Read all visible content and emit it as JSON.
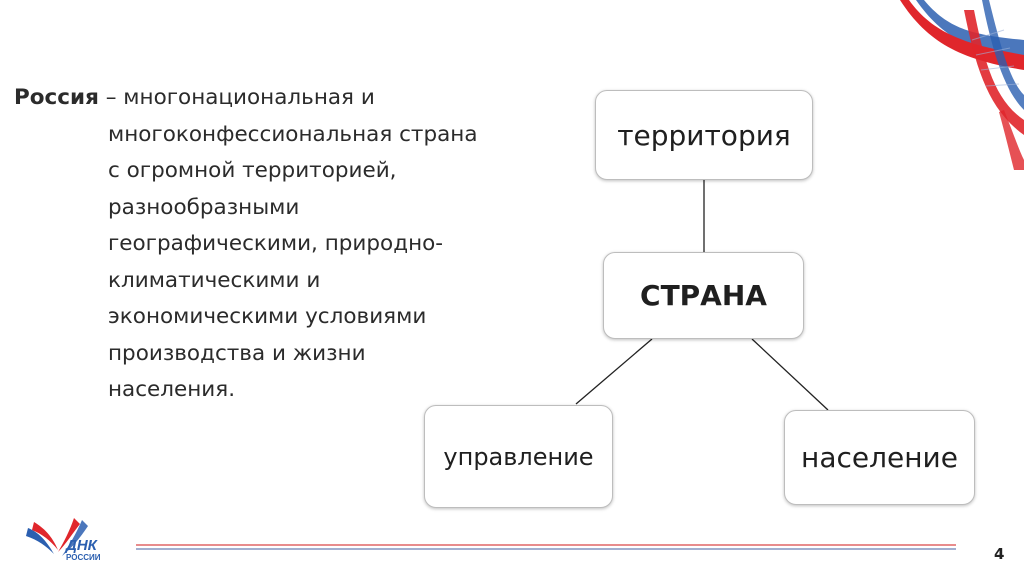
{
  "intro": {
    "term": "Россия",
    "lines": [
      " – многонациональная и",
      "многоконфессиональная страна",
      "с огромной территорией,",
      "разнообразными",
      "географическими, природно-",
      "климатическими и",
      "экономическими условиями",
      "производства и жизни",
      "населения."
    ]
  },
  "diagram": {
    "center": "СТРАНА",
    "top": "территория",
    "bottom_left": "управление",
    "bottom_right": "население"
  },
  "logo": {
    "title": "ДНК",
    "subtitle": "РОССИИ"
  },
  "footer": {
    "page_number": "4"
  },
  "colors": {
    "flag_white": "#ffffff",
    "flag_blue": "#2b5fb0",
    "flag_red": "#e0262b",
    "footer_line_red": "#d94848",
    "footer_line_blue": "#6a7fb3"
  }
}
